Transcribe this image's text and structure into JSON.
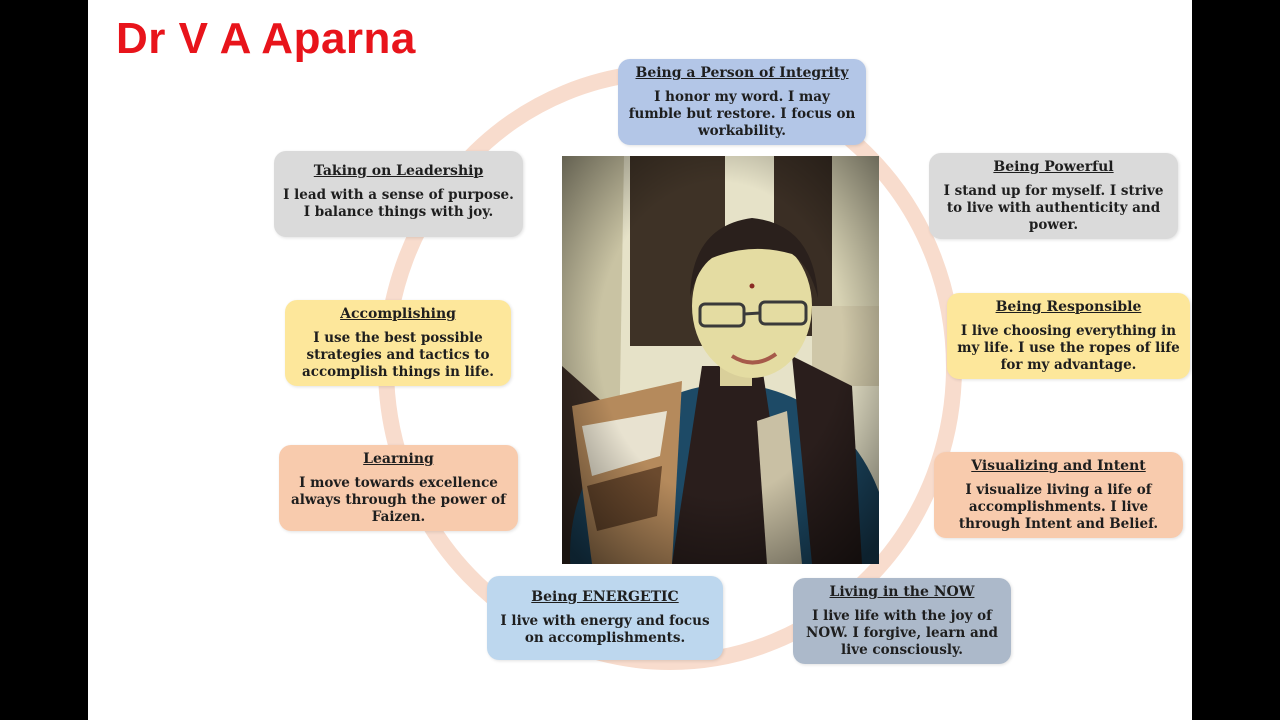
{
  "title": "Dr V A Aparna",
  "colors": {
    "title": "#e8141b",
    "ring": "#f8dccd",
    "blue": "#b3c6e7",
    "grey": "#dadada",
    "yellow": "#fde79b",
    "peach": "#f8cbad",
    "light_blue": "#bdd7ee",
    "slate": "#acb9ca"
  },
  "photo": {
    "description_icon": "portrait-photo",
    "colors": {
      "wall": "#e6e2c8",
      "door": "#3e3226",
      "shawl": "#2a1e1c",
      "kurta": "#1d4a66"
    }
  },
  "cards": {
    "integrity": {
      "heading": "Being a Person of Integrity",
      "body": "I honor my word. I may fumble but restore.  I focus on workability."
    },
    "powerful": {
      "heading": "Being Powerful",
      "body": "I stand up for myself.  I strive to live with authenticity and power."
    },
    "responsible": {
      "heading": "Being Responsible",
      "body": "I live choosing everything in my life. I use the ropes of life for my advantage."
    },
    "visualizing": {
      "heading": "Visualizing and Intent",
      "body": "I visualize living a life of accomplishments. I live through Intent and Belief."
    },
    "now": {
      "heading": "Living in the NOW",
      "body": "I live life with the joy of NOW. I forgive, learn and live consciously."
    },
    "energetic": {
      "heading": "Being ENERGETIC",
      "body": "I live with energy and focus on accomplishments."
    },
    "learning": {
      "heading": "Learning",
      "body": "I move towards excellence always through the power of Faizen."
    },
    "accomplishing": {
      "heading": "Accomplishing",
      "body": "I use the best possible strategies and tactics to accomplish things in life."
    },
    "leadership": {
      "heading": "Taking on Leadership",
      "body": "I lead with a sense of purpose. I balance things with joy."
    }
  }
}
